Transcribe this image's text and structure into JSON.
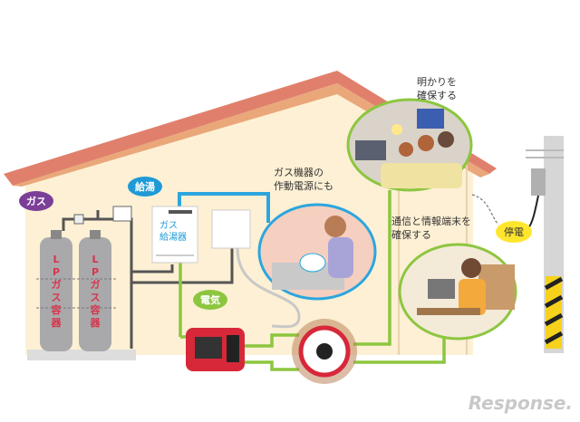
{
  "labels": {
    "gas": "ガス",
    "hot_water": "給湯",
    "electricity": "電気",
    "blackout": "停電",
    "gas_water_heater_line1": "ガス",
    "gas_water_heater_line2": "給湯器",
    "lp_tank_1": [
      "L",
      "P",
      "ガ",
      "ス",
      "容",
      "器"
    ],
    "lp_tank_2": [
      "L",
      "P",
      "ガ",
      "ス",
      "容",
      "器"
    ]
  },
  "captions": {
    "gas_appliance_line1": "ガス機器の",
    "gas_appliance_line2": "作動電源にも",
    "lighting_line1": "明かりを",
    "lighting_line2": "確保する",
    "communication_line1": "通信と情報端末を",
    "communication_line2": "確保する"
  },
  "watermark": "Response.",
  "colors": {
    "roof": "#e0806c",
    "wall": "#fdf0d4",
    "gas_badge": "#7b3f98",
    "hot_water_badge": "#1e9ad6",
    "electricity_badge": "#8cc63f",
    "blackout_badge": "#ffe62e",
    "power_line": "#8cc63f",
    "water_pipe": "#2ba6de",
    "generator": "#d7283a"
  }
}
